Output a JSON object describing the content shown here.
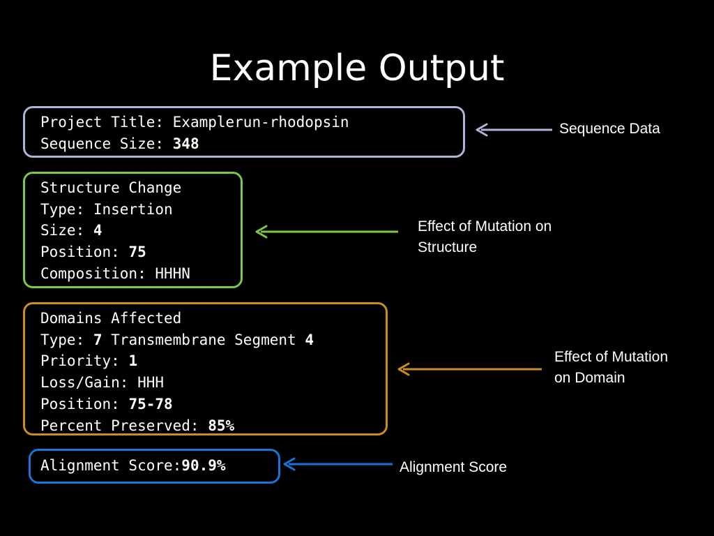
{
  "title": "Example Output",
  "colors": {
    "background": "#000000",
    "sequence": "#aab5d8",
    "structure": "#7ac943",
    "domain": "#cc8f1c",
    "alignment": "#1a73d9"
  },
  "sequence_box": {
    "project_title_label": "Project Title: ",
    "project_title_value": "Examplerun-rhodopsin",
    "sequence_size_label": "Sequence Size: ",
    "sequence_size_value": "348"
  },
  "structure_box": {
    "heading": "Structure Change",
    "type_label": "Type: ",
    "type_value": "Insertion",
    "size_label": "Size: ",
    "size_value": "4",
    "position_label": "Position: ",
    "position_value": "75",
    "composition_label": "Composition: ",
    "composition_value": "HHHN"
  },
  "domain_box": {
    "heading": "Domains Affected",
    "type_label": "Type: ",
    "type_num": "7",
    "type_text": " Transmembrane Segment ",
    "type_segment": "4",
    "priority_label": "Priority: ",
    "priority_value": "1",
    "loss_gain_label": "Loss/Gain: ",
    "loss_gain_value": "HHH",
    "position_label": "Position: ",
    "position_value": "75-78",
    "percent_label": "Percent Preserved: ",
    "percent_value": "85%"
  },
  "alignment_box": {
    "label": "Alignment Score:",
    "value": "90.9%"
  },
  "annotations": {
    "sequence": "Sequence Data",
    "structure": "Effect of Mutation on\nStructure",
    "domain": "Effect of Mutation\non Domain",
    "alignment": "Alignment Score"
  }
}
